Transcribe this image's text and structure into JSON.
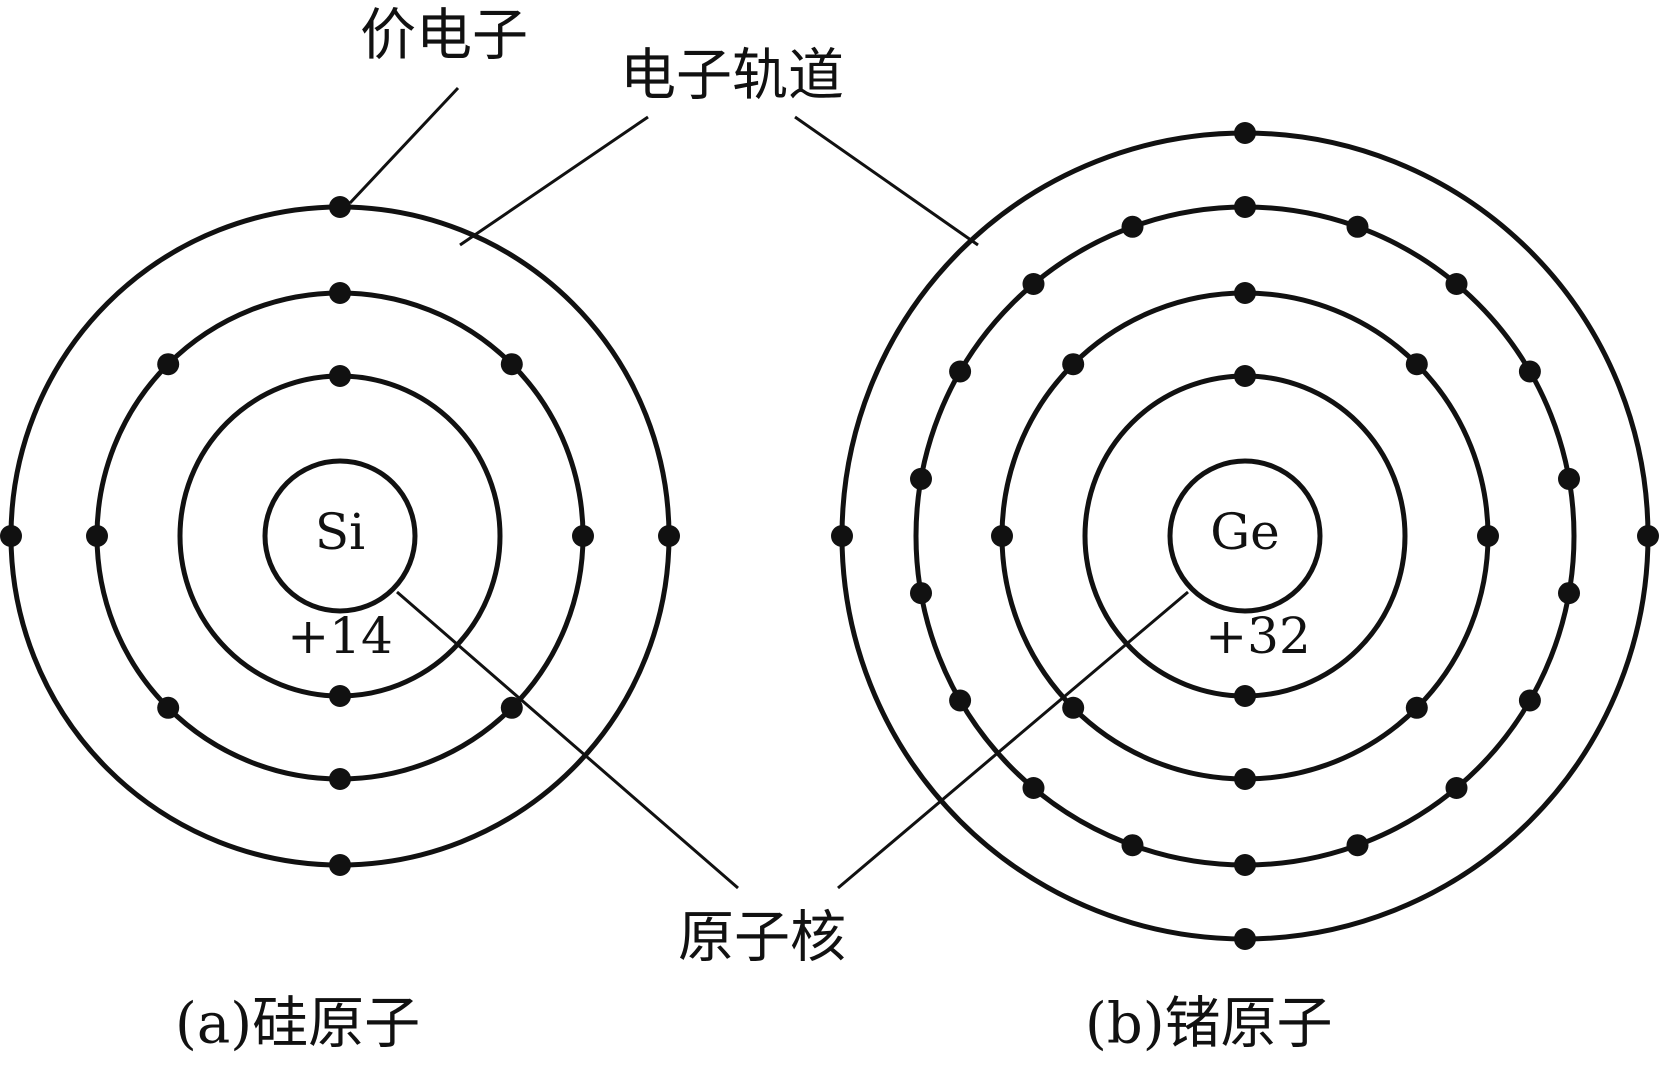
{
  "labels": {
    "valence_electron": "价电子",
    "electron_orbit": "电子轨道",
    "nucleus": "原子核"
  },
  "silicon": {
    "symbol": "Si",
    "charge": "+14",
    "caption": "(a)硅原子",
    "electrons_per_shell": [
      2,
      8,
      4
    ]
  },
  "germanium": {
    "symbol": "Ge",
    "charge": "+32",
    "caption": "(b)锗原子",
    "electrons_per_shell": [
      2,
      8,
      18,
      4
    ]
  },
  "colors": {
    "ink": "#111111",
    "background": "#ffffff"
  }
}
